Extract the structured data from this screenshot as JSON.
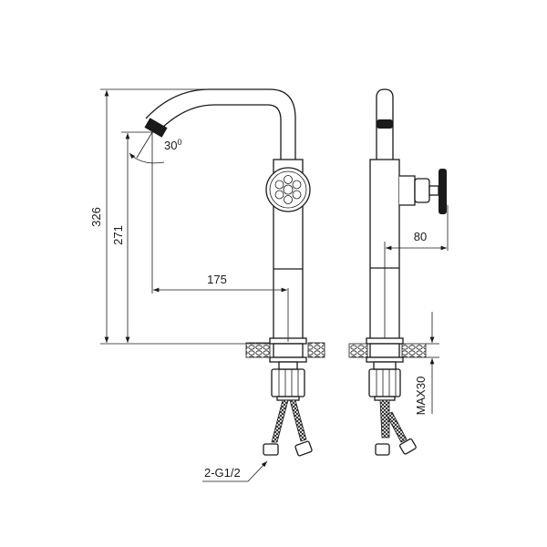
{
  "dimensions": {
    "total_height": "326",
    "spout_height": "271",
    "spout_angle": "30",
    "spout_angle_unit": "0",
    "spout_reach": "175",
    "handle_projection": "80",
    "max_counter_thickness": "MAX30",
    "connection": "2-G1/2"
  }
}
